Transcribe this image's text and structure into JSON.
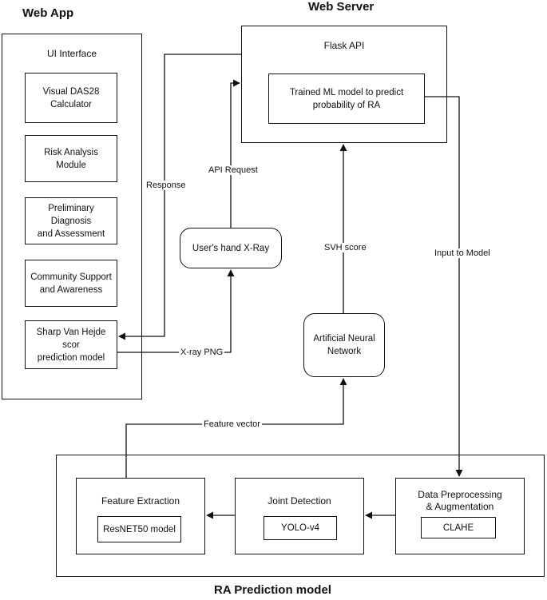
{
  "headings": {
    "web_app": "Web App",
    "web_server": "Web Server",
    "ra_model": "RA Prediction model"
  },
  "web_app": {
    "title": "UI Interface",
    "modules": [
      "Visual DAS28\nCalculator",
      "Risk Analysis Module",
      "Preliminary Diagnosis\nand Assessment",
      "Community Support\nand Awareness",
      "Sharp Van Hejde scor\nprediction model"
    ]
  },
  "web_server": {
    "title": "Flask API",
    "model": "Trained ML model to predict\nprobability of RA"
  },
  "middle": {
    "xray": "User's hand X-Ray",
    "ann": "Artificial Neural\nNetwork"
  },
  "ra_model": {
    "stages": [
      {
        "title": "Feature Extraction",
        "tool": "ResNET50 model"
      },
      {
        "title": "Joint Detection",
        "tool": "YOLO-v4"
      },
      {
        "title": "Data Preprocessing\n& Augmentation",
        "tool": "CLAHE"
      }
    ]
  },
  "edges": {
    "response": "Response",
    "api_request": "API Request",
    "xray_png": "X-ray PNG",
    "svh_score": "SVH score",
    "input_to_model": "Input to Model",
    "feature_vector": "Feature vector"
  }
}
